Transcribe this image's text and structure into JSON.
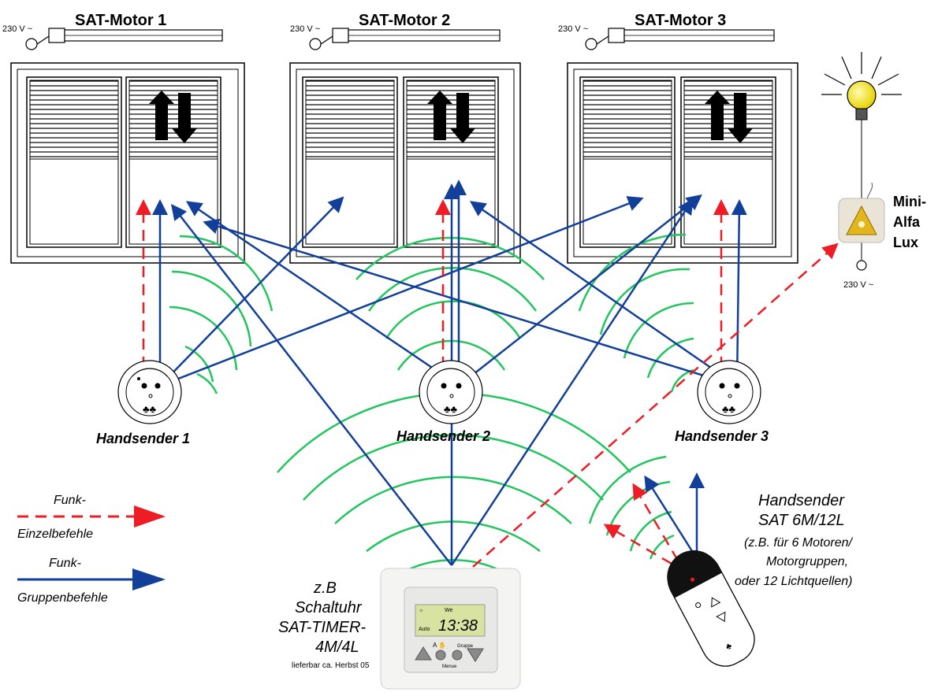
{
  "motors": [
    {
      "title": "SAT-Motor 1",
      "voltage": "230 V ~"
    },
    {
      "title": "SAT-Motor 2",
      "voltage": "230 V ~"
    },
    {
      "title": "SAT-Motor 3",
      "voltage": "230 V ~"
    }
  ],
  "handsenders": [
    {
      "label": "Handsender 1"
    },
    {
      "label": "Handsender 2"
    },
    {
      "label": "Handsender 3"
    }
  ],
  "lamp": {
    "name_lines": [
      "Mini-",
      "Alfa",
      "Lux"
    ],
    "voltage": "230 V ~"
  },
  "legend": {
    "single_line1": "Funk-",
    "single_line2": "Einzelbefehle",
    "group_line1": "Funk-",
    "group_line2": "Gruppenbefehle"
  },
  "timer": {
    "label_lines": [
      "z.B",
      "Schaltuhr",
      "SAT-TIMER-",
      "4M/4L"
    ],
    "note": "lieferbar ca. Herbst 05",
    "display_time": "13:38",
    "display_day": "We",
    "display_mode": "Auto",
    "btn_a": "A",
    "btn_gruppe": "Gruppe",
    "menue": "Menue"
  },
  "remote": {
    "label_lines": [
      "Handsender",
      "SAT 6M/12L",
      "(z.B. für 6 Motoren/",
      "Motorgruppen,",
      "oder 12 Lichtquellen)"
    ]
  },
  "colors": {
    "single": "#ee1c25",
    "group": "#123f9a",
    "wave": "#22c55e"
  }
}
